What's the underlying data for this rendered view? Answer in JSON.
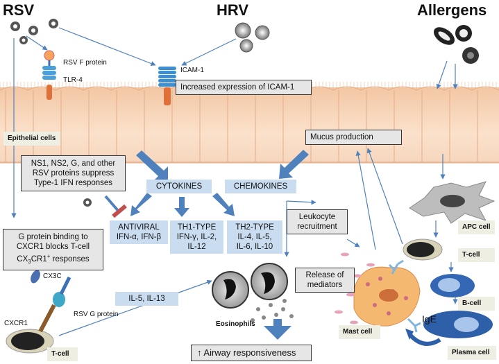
{
  "headers": {
    "rsv": "RSV",
    "hrv": "HRV",
    "allergens": "Allergens"
  },
  "labels": {
    "rsv_f_protein": "RSV F protein",
    "tlr4": "TLR-4",
    "icam1": "ICAM-1",
    "increased_icam1": "Increased expression of ICAM-1",
    "epithelial_cells": "Epithelial cells",
    "mucus_production": "Mucus production",
    "ns_line1": "NS1, NS2, G, and other",
    "ns_line2": "RSV proteins suppress",
    "ns_line3": "Type-1 IFN responses",
    "cytokines": "CYTOKINES",
    "chemokines": "CHEMOKINES",
    "antiviral_line1": "ANTIVIRAL",
    "antiviral_line2": "IFN-α, IFN-β",
    "th1_line1": "TH1-TYPE",
    "th1_line2": "IFN-γ, IL-2,",
    "th1_line3": "IL-12",
    "th2_line1": "TH2-TYPE",
    "th2_line2": "IL-4, IL-5,",
    "th2_line3": "IL-6, IL-10",
    "leukocyte_line1": "Leukocyte",
    "leukocyte_line2": "recruitment",
    "g_protein_line1": "G protein binding to",
    "g_protein_line2": "CXCR1 blocks T-cell",
    "g_protein_line3_pre": "CX",
    "g_protein_line3_sub": "3",
    "g_protein_line3_mid": "CR1",
    "g_protein_line3_sup": "+",
    "g_protein_line3_post": " responses",
    "cx3c": "CX3C",
    "il5_il13": "IL-5, IL-13",
    "release_line1": "Release of",
    "release_line2": "mediators",
    "cxcr1": "CXCR1",
    "rsv_g_protein": "RSV G protein",
    "eosinophils": "Eosinophils",
    "airway": "↑ Airway responsiveness",
    "apc_cell": "APC cell",
    "t_cell_right": "T-cell",
    "b_cell": "B-cell",
    "ige": "IgE",
    "mast_cell": "Mast cell",
    "plasma_cell": "Plasma cell",
    "t_cell_left": "T-cell"
  },
  "colors": {
    "epithelium": "#f7d3b5",
    "epithelium_border": "#e0a880",
    "arrow_blue": "#4f81bd",
    "box_blue": "#c9dcf0",
    "box_grey": "#e6e6e6",
    "inhibit_red": "#c0504d"
  }
}
